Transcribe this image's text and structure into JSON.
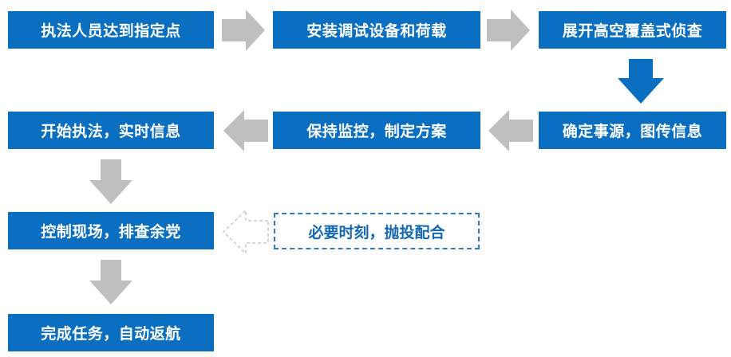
{
  "steps": {
    "s1": "执法人员达到指定点",
    "s2": "安装调试设备和荷载",
    "s3": "展开高空覆盖式侦查",
    "s4": "确定事源，图传信息",
    "s5": "保持监控，制定方案",
    "s6": "开始执法，实时信息",
    "s7": "控制现场，排查余党",
    "s8": "完成任务，自动返航",
    "optional": "必要时刻，抛投配合"
  },
  "colors": {
    "box": "#0b6fc1",
    "arrow_gray": "#bfbfbf",
    "arrow_blue": "#0b6fc1",
    "dashed": "#2c7cc4"
  }
}
